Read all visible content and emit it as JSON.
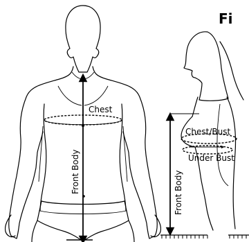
{
  "title": "Fi",
  "labels": {
    "male_chest": "Chest",
    "male_front_body": "Front Body",
    "female_chest_bust": "Chest/Bust",
    "female_under_bust": "Under Bust",
    "female_front_body": "Front Body"
  }
}
